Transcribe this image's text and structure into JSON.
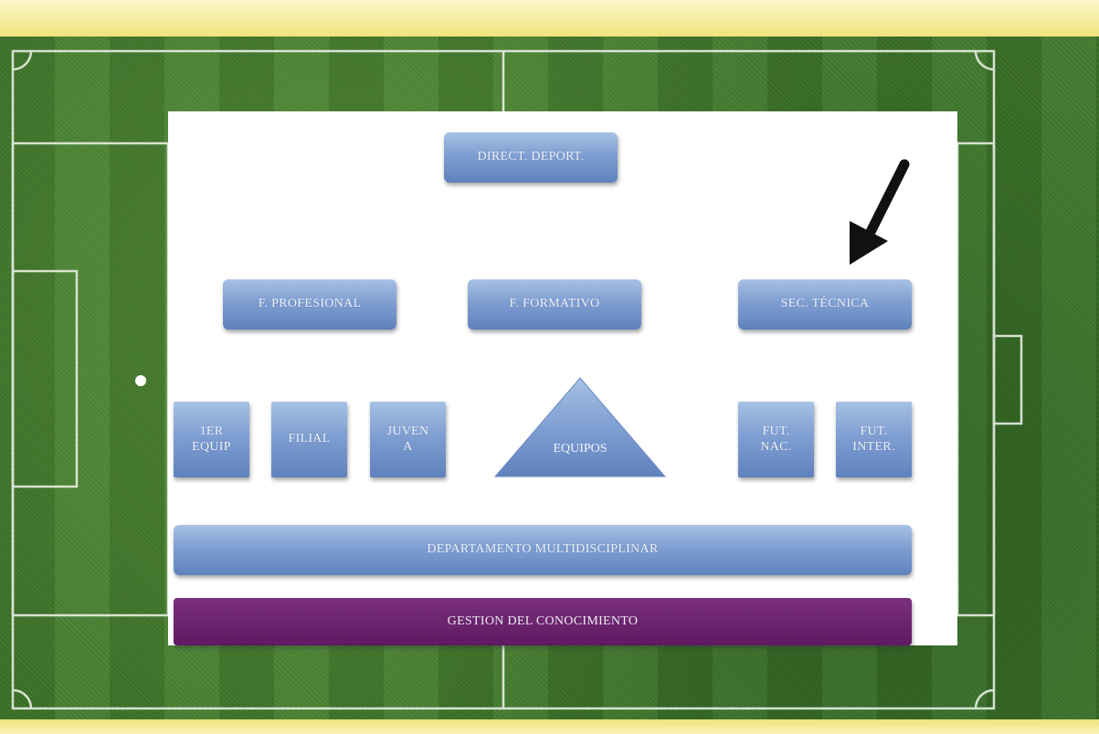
{
  "nodes": {
    "direct": "DIRECT. DEPORT.",
    "profesional": "F. PROFESIONAL",
    "formativo": "F. FORMATIVO",
    "sec_tecnica": "SEC. TÉCNICA",
    "primer_equipo": "1ER\nEQUIP",
    "filial": "FILIAL",
    "juvenil": "JUVEN\nA",
    "equipos": "EQUIPOS",
    "fut_nac": "FUT.\nNAC.",
    "fut_inter": "FUT.\nINTER.",
    "departamento": "DEPARTAMENTO MULTIDISCIPLINAR",
    "gestion": "GESTION DEL CONOCIMIENTO"
  },
  "colors": {
    "box_blue": "#7f9fd2",
    "gestion_purple": "#5e1a62",
    "pitch_green": "#3f7a2a",
    "border_yellow": "#f0e27a"
  },
  "icons": {
    "pointer": "black-arrow-icon",
    "ball": "ball-icon"
  }
}
